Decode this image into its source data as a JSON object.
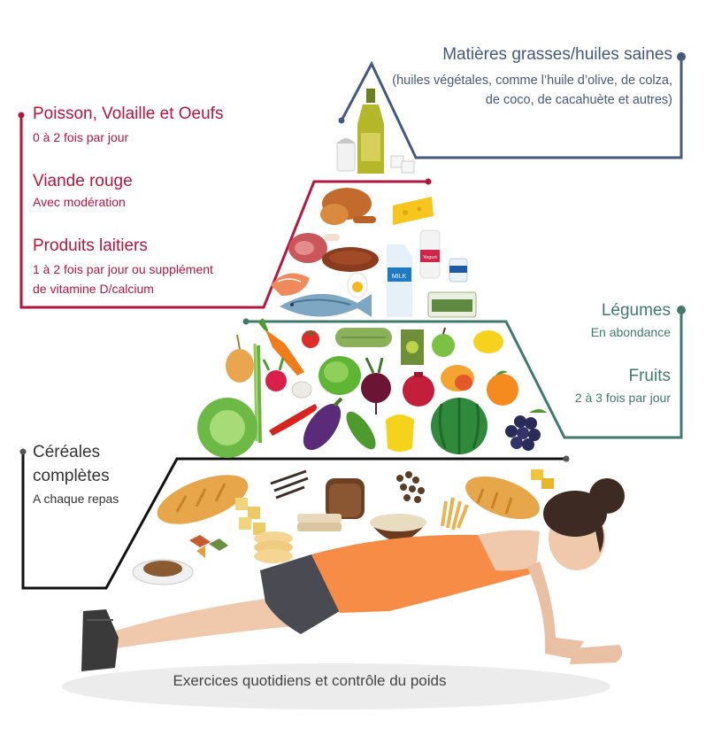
{
  "colors": {
    "fats": "#44597e",
    "protein": "#b5163d",
    "produce": "#3f7a6c",
    "grains": "#222222",
    "grain_label": "#333333"
  },
  "fats": {
    "title": "Matières grasses/huiles saines",
    "desc": "(huiles végétales, comme l’huile d’olive, de colza, de coco, de cacahuète et autres)"
  },
  "protein": {
    "fish_title": "Poisson, Volaille et Oeufs",
    "fish_freq": "0 à 2 fois par jour",
    "meat_title": "Viande rouge",
    "meat_freq": "Avec modération",
    "dairy_title": "Produits laitiers",
    "dairy_freq_line1": "1 à 2 fois par jour ou supplément",
    "dairy_freq_line2": "de vitamine D/calcium"
  },
  "produce": {
    "veg_title": "Légumes",
    "veg_freq": "En abondance",
    "fruit_title": "Fruits",
    "fruit_freq": "2 à 3 fois par jour"
  },
  "grains": {
    "title_line1": "Céréales",
    "title_line2": "complètes",
    "freq": "A chaque repas"
  },
  "footer": {
    "exercise": "Exercices quotidiens et contrôle du poids"
  },
  "food_labels": {
    "milk": "MILK",
    "yogurt": "Yogurt"
  }
}
